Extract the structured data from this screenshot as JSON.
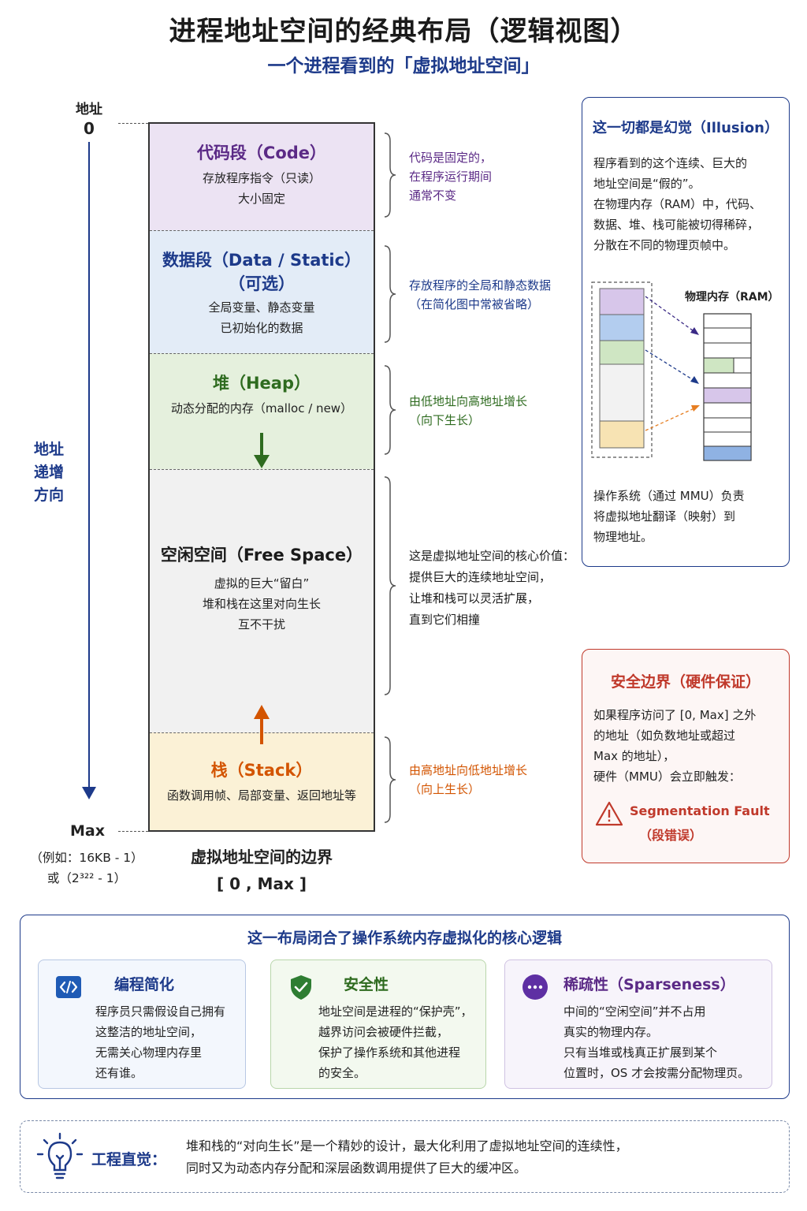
{
  "title": "进程地址空间的经典布局（逻辑视图）",
  "subtitle": "一个进程看到的「虚拟地址空间」",
  "axis": {
    "top_label": "地址",
    "top_value": "0",
    "direction_lines": [
      "地址",
      "递增",
      "方向"
    ],
    "max_label": "Max",
    "max_note_1": "（例如：16KB - 1）",
    "max_note_2": "或（2³²² - 1）"
  },
  "segments": {
    "code": {
      "title": "代码段（Code）",
      "lines": [
        "存放程序指令（只读）",
        "大小固定"
      ],
      "color": "#5b2a86",
      "fill": "#ece3f3"
    },
    "data": {
      "title_1": "数据段（Data / Static）",
      "title_2": "（可选）",
      "lines": [
        "全局变量、静态变量",
        "已初始化的数据"
      ],
      "color": "#1d3a8a",
      "fill": "#e3ecf7"
    },
    "heap": {
      "title": "堆（Heap）",
      "lines": [
        "动态分配的内存（malloc / new）"
      ],
      "color": "#2e6b1f",
      "fill": "#e5f0dd"
    },
    "free": {
      "title": "空闲空间（Free Space）",
      "lines": [
        "虚拟的巨大“留白”",
        "堆和栈在这里对向生长",
        "互不干扰"
      ],
      "color": "#1a1a1a",
      "fill": "#f1f1f1"
    },
    "stack": {
      "title": "栈（Stack）",
      "lines": [
        "函数调用帧、局部变量、返回地址等"
      ],
      "color": "#d35400",
      "fill": "#fbf1d6"
    }
  },
  "column_caption": {
    "line1": "虚拟地址空间的边界",
    "line2": "[ 0 , Max ]"
  },
  "notes": {
    "code": [
      "代码是固定的，",
      "在程序运行期间",
      "通常不变"
    ],
    "data": [
      "存放程序的全局和静态数据",
      "（在简化图中常被省略）"
    ],
    "heap": [
      "由低地址向高地址增长",
      "（向下生长）"
    ],
    "free": [
      "这是虚拟地址空间的核心价值：",
      "提供巨大的连续地址空间，",
      "让堆和栈可以灵活扩展，",
      "直到它们相撞"
    ],
    "stack": [
      "由高地址向低地址增长",
      "（向上生长）"
    ]
  },
  "illusion": {
    "title": "这一切都是幻觉（Illusion）",
    "p1": [
      "程序看到的这个连续、巨大的",
      "地址空间是“假的”。",
      "在物理内存（RAM）中，代码、",
      "数据、堆、栈可能被切得稀碎，",
      "分散在不同的物理页帧中。"
    ],
    "ram_label": "物理内存（RAM）",
    "p2": [
      "操作系统（通过 MMU）负责",
      "将虚拟地址翻译（映射）到",
      "物理地址。"
    ]
  },
  "security": {
    "title": "安全边界（硬件保证）",
    "lines": [
      "如果程序访问了 [0, Max] 之外",
      "的地址（如负数地址或超过",
      "Max 的地址），",
      "硬件（MMU）会立即触发："
    ],
    "fault": "Segmentation Fault",
    "fault_cn": "（段错误）"
  },
  "summary": {
    "title": "这一布局闭合了操作系统内存虚拟化的核心逻辑",
    "cards": [
      {
        "icon": "code-icon",
        "title": "编程简化",
        "lines": [
          "程序员只需假设自己拥有",
          "这整洁的地址空间，",
          "无需关心物理内存里",
          "还有谁。"
        ]
      },
      {
        "icon": "shield-check-icon",
        "title": "安全性",
        "lines": [
          "地址空间是进程的“保护壳”，",
          "越界访问会被硬件拦截，",
          "保护了操作系统和其他进程",
          "的安全。"
        ]
      },
      {
        "icon": "ellipsis-icon",
        "title": "稀疏性（Sparseness）",
        "lines": [
          "中间的“空闲空间”并不占用",
          "真实的物理内存。",
          "只有当堆或栈真正扩展到某个",
          "位置时，OS 才会按需分配物理页。"
        ]
      }
    ]
  },
  "tip": {
    "label": "工程直觉：",
    "lines": [
      "堆和栈的“对向生长”是一个精妙的设计，最大化利用了虚拟地址空间的连续性，",
      "同时又为动态内存分配和深层函数调用提供了巨大的缓冲区。"
    ]
  },
  "colors": {
    "navy": "#1d3a8a",
    "purple": "#5b2a86",
    "green": "#2e6b1f",
    "orange": "#d35400",
    "red": "#c0392b"
  }
}
